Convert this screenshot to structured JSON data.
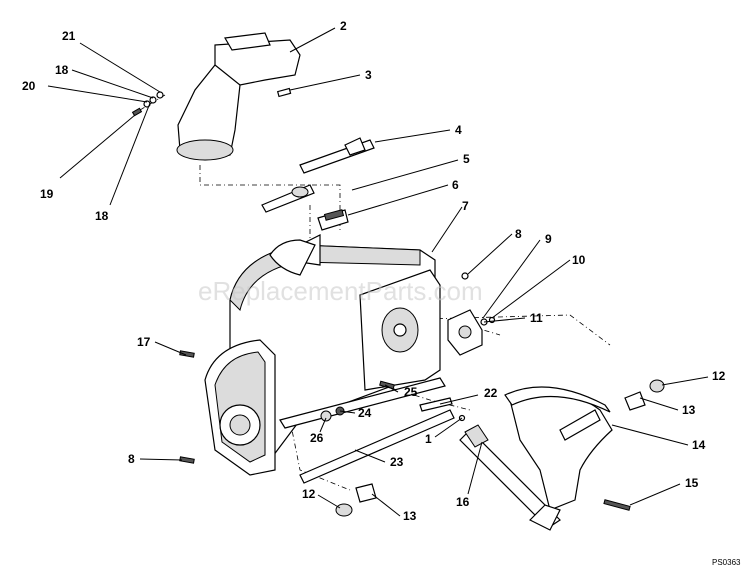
{
  "watermark": "eReplacementParts.com",
  "diagram_code": "PS0363",
  "callouts": [
    "1",
    "2",
    "3",
    "4",
    "5",
    "6",
    "7",
    "8",
    "9",
    "10",
    "11",
    "12",
    "13",
    "14",
    "15",
    "16",
    "17",
    "18",
    "19",
    "20",
    "21",
    "22",
    "23",
    "24",
    "25",
    "26"
  ],
  "labels": [
    {
      "text": "21"
    },
    {
      "text": "18"
    },
    {
      "text": "20"
    },
    {
      "text": "19"
    },
    {
      "text": "18"
    },
    {
      "text": "2"
    },
    {
      "text": "3"
    },
    {
      "text": "4"
    },
    {
      "text": "5"
    },
    {
      "text": "6"
    },
    {
      "text": "7"
    },
    {
      "text": "8"
    },
    {
      "text": "9"
    },
    {
      "text": "10"
    },
    {
      "text": "11"
    },
    {
      "text": "17"
    },
    {
      "text": "22"
    },
    {
      "text": "25"
    },
    {
      "text": "24"
    },
    {
      "text": "1"
    },
    {
      "text": "26"
    },
    {
      "text": "8"
    },
    {
      "text": "23"
    },
    {
      "text": "12"
    },
    {
      "text": "13"
    },
    {
      "text": "12"
    },
    {
      "text": "13"
    },
    {
      "text": "14"
    },
    {
      "text": "16"
    },
    {
      "text": "15"
    }
  ]
}
